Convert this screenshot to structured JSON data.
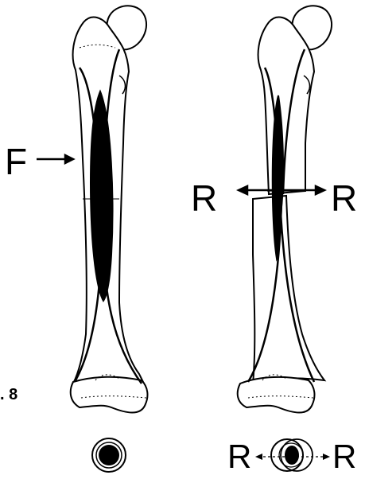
{
  "labels": {
    "force": "F",
    "rotation_left": "R",
    "rotation_right": "R",
    "section_left": "R",
    "section_right": "R",
    "figure_number": ". 8"
  },
  "colors": {
    "ink": "#000000",
    "bone_fill": "#ffffff"
  }
}
